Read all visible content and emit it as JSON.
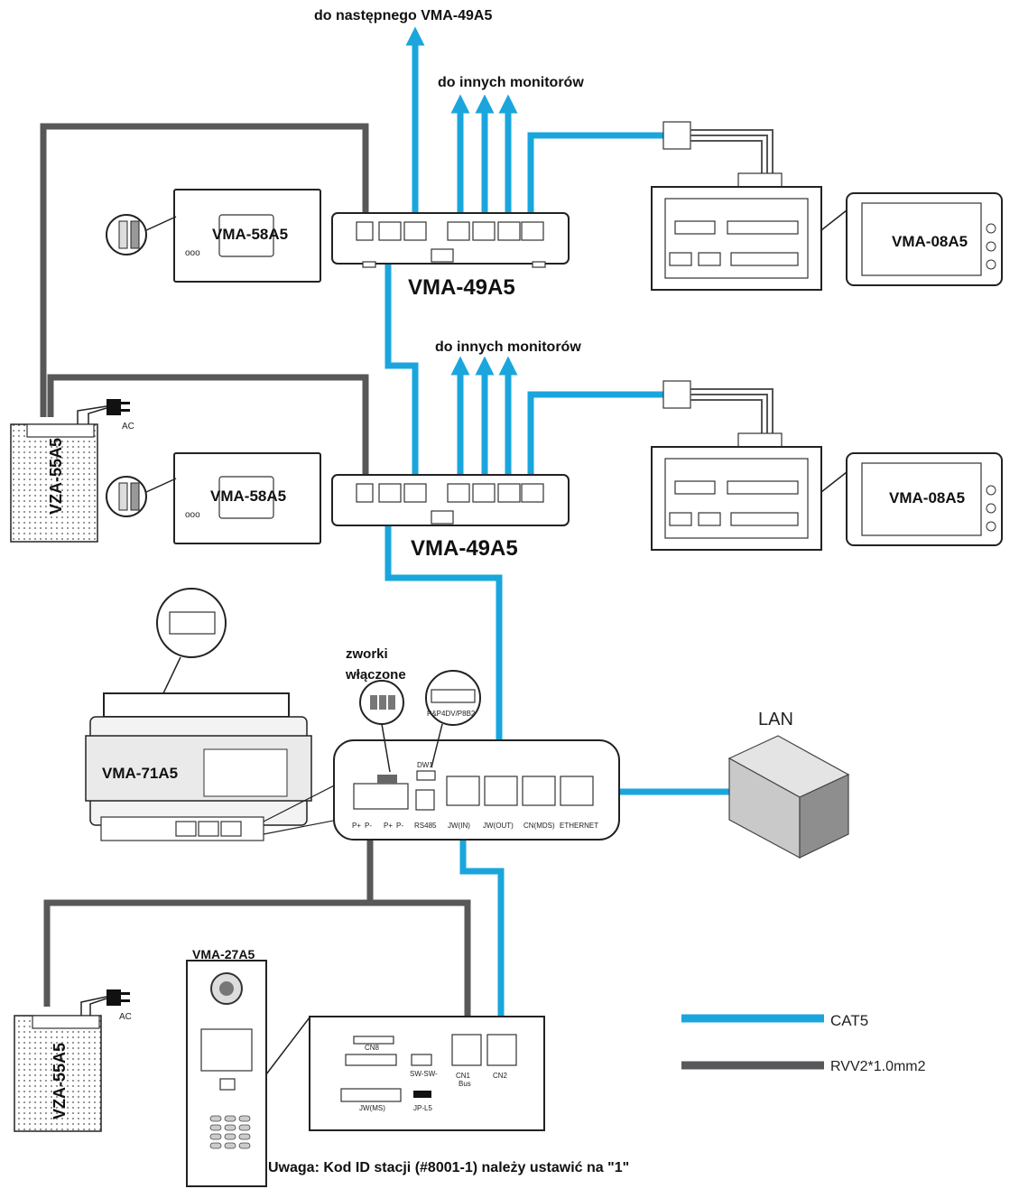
{
  "labels": {
    "to_next": "do następnego VMA-49A5",
    "to_other_monitors_1": "do innych monitorów",
    "to_other_monitors_2": "do innych monitorów",
    "jumpers_line1": "zworki",
    "jumpers_line2": "włączone",
    "lan": "LAN",
    "ac_1": "AC",
    "ac_2": "AC",
    "note": "Uwaga: Kod ID stacji (#8001-1) należy ustawić na \"1\""
  },
  "devices": {
    "distributor_1": "VMA-49A5",
    "distributor_2": "VMA-49A5",
    "monitor_1": "VMA-08A5",
    "monitor_2": "VMA-08A5",
    "panel_1": "VMA-58A5",
    "panel_2": "VMA-58A5",
    "controller": "VMA-71A5",
    "outdoor_station": "VMA-27A5",
    "psu_1": "VZA-55A5",
    "psu_2": "VZA-55A5"
  },
  "controller_ports": {
    "p_plus_1": "P+",
    "p_minus_1": "P-",
    "p_plus_2": "P+",
    "p_minus_2": "P-",
    "rs485": "RS485",
    "jwin": "JW(IN)",
    "jwout": "JW(OUT)",
    "cnmds": "CN(MDS)",
    "ethernet": "ETHERNET",
    "dw1": "DW1",
    "dip_label": "P&P4DV/P8B2"
  },
  "station_ports": {
    "cn1": "CN1",
    "cn1_sub": "Bus",
    "cn2": "CN2",
    "cn8": "CN8",
    "jw": "JW(MS)",
    "jp": "JP-L5",
    "sw": "SW-SW-"
  },
  "legend": {
    "cat5_label": "CAT5",
    "rvv_label": "RVV2*1.0mm2",
    "cat5_color": "#1aa6dd",
    "rvv_color": "#58585a"
  }
}
